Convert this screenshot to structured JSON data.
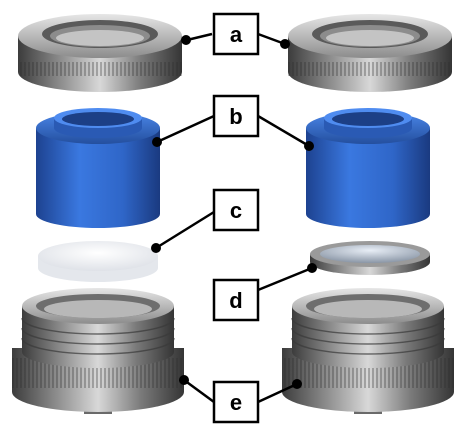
{
  "labels": {
    "a": "a",
    "b": "b",
    "c": "c",
    "d": "d",
    "e": "e"
  },
  "colors": {
    "metal_dark": "#4a4a4a",
    "metal_light": "#c8c8c8",
    "blue": "#2f66c8",
    "blue_dark": "#1d4290",
    "white_disc": "#f2f3f6",
    "line": "#000000"
  }
}
